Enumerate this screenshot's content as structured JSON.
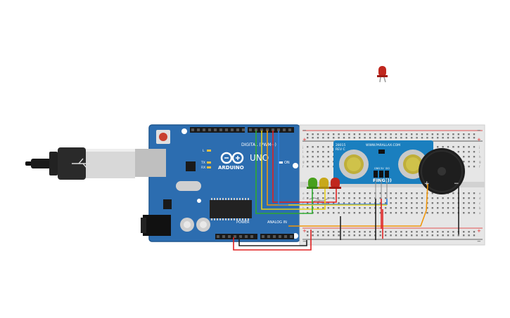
{
  "board": {
    "brand": "ARDUINO",
    "model": "UNO",
    "digital_label": "DIGITAL (PWM~)",
    "power_label": "POWER",
    "analog_label": "ANALOG IN",
    "on_label": "ON",
    "led_l": "L",
    "led_tx": "TX",
    "led_rx": "RX"
  },
  "sensor": {
    "brand": "WWW.PARALLAX.COM",
    "model": "28015",
    "rev": "REV C",
    "name": "PING)))",
    "pins": [
      "GND",
      "5V",
      "SIG"
    ]
  },
  "buzzer": {
    "plus": "+",
    "minus": "−"
  },
  "breadboard": {
    "top_plus": "+",
    "top_minus": "−",
    "bottom_plus": "+",
    "bottom_minus": "−",
    "rows_top": [
      "j",
      "i",
      "h",
      "g",
      "f"
    ],
    "rows_bottom": [
      "e",
      "d",
      "c",
      "b",
      "a"
    ]
  },
  "colors": {
    "board": "#2c6db0",
    "wire_red": "#e02020",
    "wire_orange": "#f0960a",
    "wire_yellow": "#e8d21a",
    "wire_green": "#2eaa2e",
    "wire_blue": "#2b7fe0",
    "wire_black": "#222222",
    "sensor": "#1a7fbf",
    "led_red": "#c0271e",
    "led_yellow": "#c8a81a",
    "led_green": "#48a01c"
  }
}
